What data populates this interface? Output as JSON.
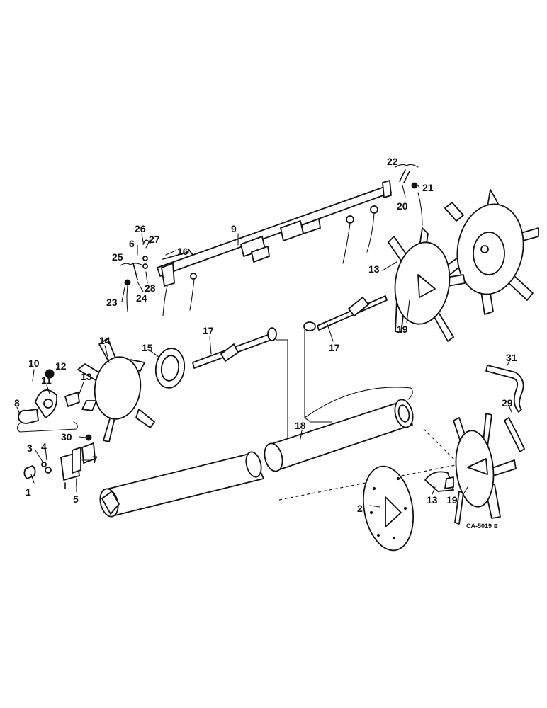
{
  "figure_code": "CA-5019",
  "figure_code_suffix": "B",
  "callouts": [
    "1",
    "2",
    "3",
    "4",
    "5",
    "6",
    "7",
    "8",
    "9",
    "10",
    "11",
    "12",
    "13",
    "13",
    "13",
    "13",
    "14",
    "15",
    "16",
    "17",
    "17",
    "18",
    "19",
    "19",
    "20",
    "21",
    "22",
    "23",
    "24",
    "25",
    "26",
    "27",
    "28",
    "29",
    "30",
    "31"
  ],
  "colors": {
    "ink": "#111111",
    "paper": "#ffffff"
  }
}
